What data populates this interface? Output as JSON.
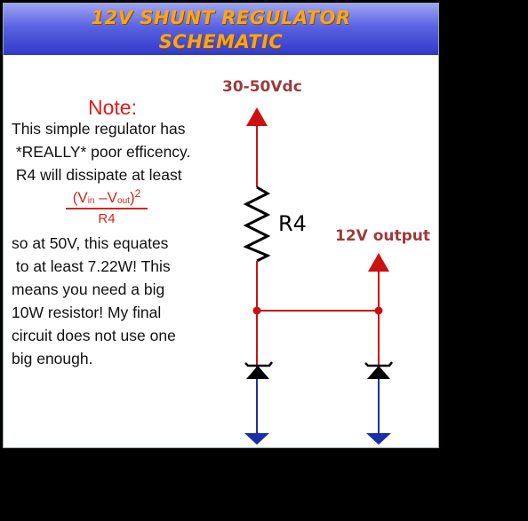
{
  "title": {
    "line1": "12V SHUNT REGULATOR",
    "line2": "SCHEMATIC"
  },
  "note": {
    "heading": "Note:",
    "lines": [
      "This simple regulator has",
      " *REALLY* poor efficency.",
      " R4 will dissipate at least"
    ],
    "formula": {
      "numerator_open": "(V",
      "vin_sub": "in",
      "minus": " –V",
      "vout_sub": "out",
      "numerator_close": ")",
      "power": "2",
      "denominator": "R4"
    },
    "lines_after": [
      "so at 50V, this equates",
      " to at least 7.22W! This",
      "means you need a big",
      "10W resistor! My final",
      "circuit does not use one",
      "big enough."
    ]
  },
  "schematic": {
    "supply_label": "30-50Vdc",
    "resistor_label": "R4",
    "output_label": "12V output",
    "colors": {
      "wire_red": "#cc1111",
      "wire_blue": "#1a2fa8",
      "diode": "#000000",
      "label": "#9d3b3b"
    }
  }
}
